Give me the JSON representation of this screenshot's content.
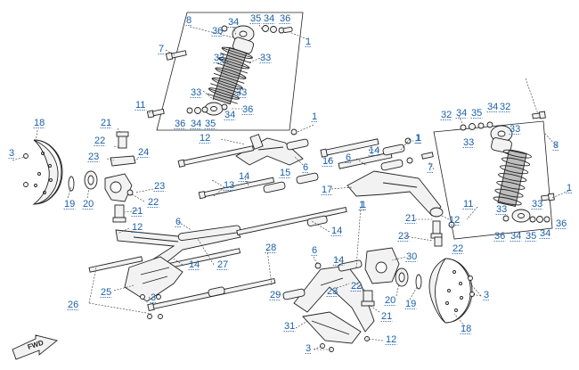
{
  "diagram": {
    "callouts": [
      {
        "id": "c8a",
        "text": "8"
      },
      {
        "id": "c34a",
        "text": "34"
      },
      {
        "id": "c35a",
        "text": "35"
      },
      {
        "id": "c34b",
        "text": "34"
      },
      {
        "id": "c36a",
        "text": "36"
      },
      {
        "id": "c36b",
        "text": "36"
      },
      {
        "id": "c1a",
        "text": "1"
      },
      {
        "id": "c7a",
        "text": "7"
      },
      {
        "id": "c33a",
        "text": "33"
      },
      {
        "id": "c33b",
        "text": "33"
      },
      {
        "id": "c11a",
        "text": "11"
      },
      {
        "id": "c33c",
        "text": "33"
      },
      {
        "id": "c33d",
        "text": "33"
      },
      {
        "id": "c36c",
        "text": "36"
      },
      {
        "id": "c34c",
        "text": "34"
      },
      {
        "id": "c36d",
        "text": "36"
      },
      {
        "id": "c34d",
        "text": "34"
      },
      {
        "id": "c35b",
        "text": "35"
      },
      {
        "id": "c1b",
        "text": "1"
      },
      {
        "id": "c1c",
        "text": "1"
      },
      {
        "id": "c18a",
        "text": "18"
      },
      {
        "id": "c21a",
        "text": "21"
      },
      {
        "id": "c22a",
        "text": "22"
      },
      {
        "id": "c12a",
        "text": "12"
      },
      {
        "id": "c23a",
        "text": "23"
      },
      {
        "id": "c24",
        "text": "24"
      },
      {
        "id": "c3a",
        "text": "3"
      },
      {
        "id": "c6a",
        "text": "6"
      },
      {
        "id": "c15",
        "text": "15"
      },
      {
        "id": "c16",
        "text": "16"
      },
      {
        "id": "c14a",
        "text": "14"
      },
      {
        "id": "c1d",
        "text": "1"
      },
      {
        "id": "c6b",
        "text": "6"
      },
      {
        "id": "c7b",
        "text": "7"
      },
      {
        "id": "c32a",
        "text": "32"
      },
      {
        "id": "c34e",
        "text": "34"
      },
      {
        "id": "c35c",
        "text": "35"
      },
      {
        "id": "c34f",
        "text": "34"
      },
      {
        "id": "c32b",
        "text": "32"
      },
      {
        "id": "c33e",
        "text": "33"
      },
      {
        "id": "c33f",
        "text": "33"
      },
      {
        "id": "c8b",
        "text": "8"
      },
      {
        "id": "c23b",
        "text": "23"
      },
      {
        "id": "c22b",
        "text": "22"
      },
      {
        "id": "c19a",
        "text": "19"
      },
      {
        "id": "c20a",
        "text": "20"
      },
      {
        "id": "c13",
        "text": "13"
      },
      {
        "id": "c14b",
        "text": "14"
      },
      {
        "id": "c17",
        "text": "17"
      },
      {
        "id": "c21b",
        "text": "21"
      },
      {
        "id": "c12b",
        "text": "12"
      },
      {
        "id": "c1e",
        "text": "1"
      },
      {
        "id": "c21c",
        "text": "21"
      },
      {
        "id": "c11b",
        "text": "11"
      },
      {
        "id": "c1f",
        "text": "1"
      },
      {
        "id": "c33g",
        "text": "33"
      },
      {
        "id": "c33h",
        "text": "33"
      },
      {
        "id": "c36e",
        "text": "36"
      },
      {
        "id": "c36f",
        "text": "36"
      },
      {
        "id": "c34g",
        "text": "34"
      },
      {
        "id": "c35d",
        "text": "35"
      },
      {
        "id": "c34h",
        "text": "34"
      },
      {
        "id": "c12c",
        "text": "12"
      },
      {
        "id": "c6c",
        "text": "6"
      },
      {
        "id": "c1g",
        "text": "1"
      },
      {
        "id": "c14c",
        "text": "14"
      },
      {
        "id": "c23c",
        "text": "23"
      },
      {
        "id": "c22c",
        "text": "22"
      },
      {
        "id": "c28",
        "text": "28"
      },
      {
        "id": "c27",
        "text": "27"
      },
      {
        "id": "c14d",
        "text": "14"
      },
      {
        "id": "c30",
        "text": "30"
      },
      {
        "id": "c6d",
        "text": "6"
      },
      {
        "id": "c14e",
        "text": "14"
      },
      {
        "id": "c25",
        "text": "25"
      },
      {
        "id": "c3b",
        "text": "3"
      },
      {
        "id": "c26",
        "text": "26"
      },
      {
        "id": "c29",
        "text": "29"
      },
      {
        "id": "c23d",
        "text": "23"
      },
      {
        "id": "c22d",
        "text": "22"
      },
      {
        "id": "c20b",
        "text": "20"
      },
      {
        "id": "c19b",
        "text": "19"
      },
      {
        "id": "c3c",
        "text": "3"
      },
      {
        "id": "c21d",
        "text": "21"
      },
      {
        "id": "c18b",
        "text": "18"
      },
      {
        "id": "c31",
        "text": "31"
      },
      {
        "id": "c3d",
        "text": "3"
      },
      {
        "id": "c12d",
        "text": "12"
      }
    ],
    "fwd_label": "FWD",
    "colors": {
      "callout": "#1a5fa8",
      "line": "#222222",
      "part_fill": "#f2f2f2"
    }
  }
}
